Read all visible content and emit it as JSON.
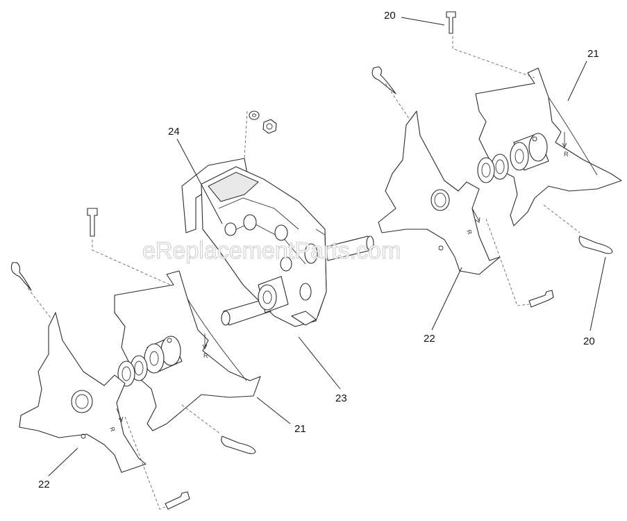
{
  "callouts": [
    {
      "id": "20-top",
      "label": "20"
    },
    {
      "id": "21-top",
      "label": "21"
    },
    {
      "id": "24",
      "label": "24"
    },
    {
      "id": "22-right",
      "label": "22"
    },
    {
      "id": "20-right",
      "label": "20"
    },
    {
      "id": "23",
      "label": "23"
    },
    {
      "id": "21-bottom",
      "label": "21"
    },
    {
      "id": "22-left",
      "label": "22"
    }
  ],
  "tine_marks": [
    "R",
    "R",
    "R",
    "R"
  ],
  "watermark": "eReplacementParts.com"
}
